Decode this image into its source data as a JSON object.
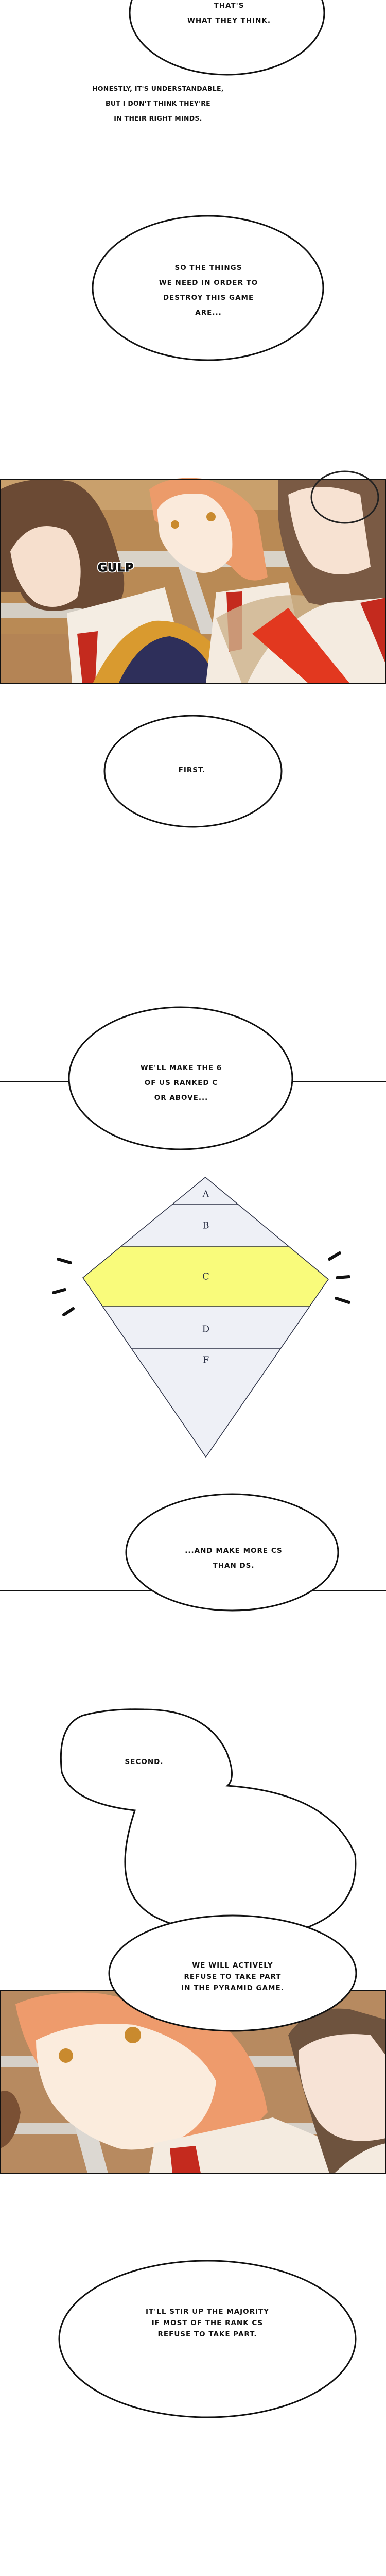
{
  "bubbles": {
    "b1": [
      "THAT'S",
      "WHAT THEY THINK."
    ],
    "narration": [
      "HONESTLY, IT'S UNDERSTANDABLE,",
      "BUT I DON'T THINK THEY'RE",
      "IN THEIR RIGHT MINDS."
    ],
    "b2": [
      "SO THE THINGS",
      "WE NEED IN ORDER TO",
      "DESTROY THIS GAME",
      "ARE..."
    ],
    "sfx_gulp": "GULP",
    "b3": [
      "FIRST."
    ],
    "b4": [
      "WE'LL MAKE THE 6",
      "OF US RANKED C",
      "OR ABOVE..."
    ],
    "b5": [
      "...AND MAKE MORE CS",
      "THAN DS."
    ],
    "b6": [
      "SECOND."
    ],
    "b7": [
      "WE WILL ACTIVELY",
      "REFUSE TO TAKE PART",
      "IN THE PYRAMID GAME."
    ],
    "b8": [
      "IT'LL STIR UP THE MAJORITY",
      "IF MOST OF THE RANK CS",
      "REFUSE TO TAKE PART."
    ]
  },
  "pyramid": {
    "tiers": [
      "A",
      "B",
      "C",
      "D",
      "F"
    ],
    "highlighted": "C",
    "colors": {
      "tier": "#eef0f6",
      "highlight": "#f9fb7b",
      "outline": "#2a2f44"
    }
  }
}
